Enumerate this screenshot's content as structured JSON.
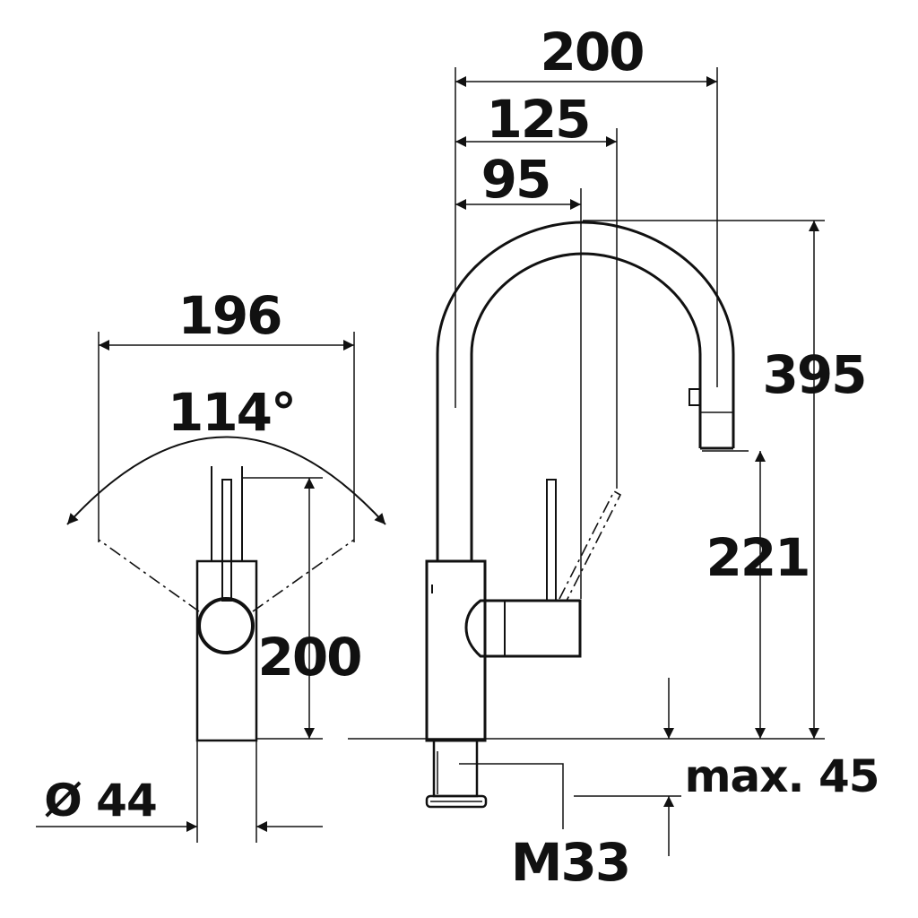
{
  "dimensions": {
    "overall_width": "200",
    "lever_reach": "125",
    "spout_inner": "95",
    "total_height": "395",
    "spout_height": "221",
    "side_width": "196",
    "swivel_angle": "114°",
    "side_height": "200",
    "diameter": "Ø 44",
    "thread": "M33",
    "max_thickness": "max. 45"
  },
  "colors": {
    "ink": "#111111",
    "background": "#ffffff"
  }
}
